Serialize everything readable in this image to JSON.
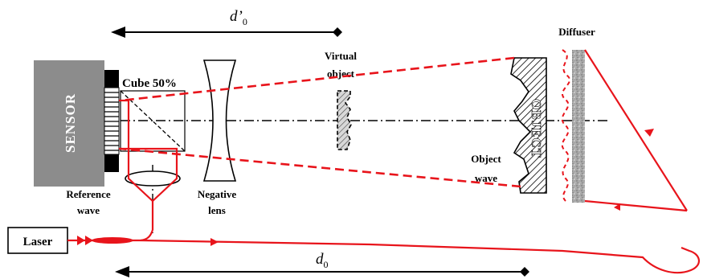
{
  "labels": {
    "d_prime": "d’",
    "d_prime_sub": "0",
    "d0": "d",
    "d0_sub": "0",
    "cube": "Cube 50%",
    "virtual_object_line1": "Virtual",
    "virtual_object_line2": "object",
    "diffuser": "Diffuser",
    "sensor": "SENSOR",
    "object": "OBJECT",
    "object_wave_line1": "Object",
    "object_wave_line2": "wave",
    "reference_wave_line1": "Reference",
    "reference_wave_line2": "wave",
    "negative_lens_line1": "Negative",
    "negative_lens_line2": "lens",
    "laser": "Laser"
  },
  "colors": {
    "beam": "#e8141b",
    "sensor_body": "#8c8c8c",
    "diffuser": "#a6a6a6"
  }
}
